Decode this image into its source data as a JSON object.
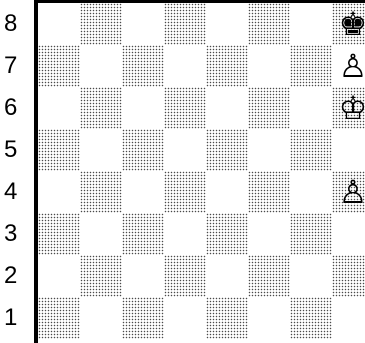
{
  "board": {
    "ranks": [
      "8",
      "7",
      "6",
      "5",
      "4",
      "3",
      "2",
      "1"
    ],
    "pieces": [
      {
        "square": "h8",
        "piece": "black-king",
        "glyph": "♚"
      },
      {
        "square": "h7",
        "piece": "white-pawn",
        "glyph": "♙"
      },
      {
        "square": "h6",
        "piece": "white-king",
        "glyph": "♔"
      },
      {
        "square": "h4",
        "piece": "white-pawn",
        "glyph": "♙"
      }
    ],
    "light_square_color": "#ffffff",
    "dark_square_pattern_color": "#4a4a4a"
  }
}
